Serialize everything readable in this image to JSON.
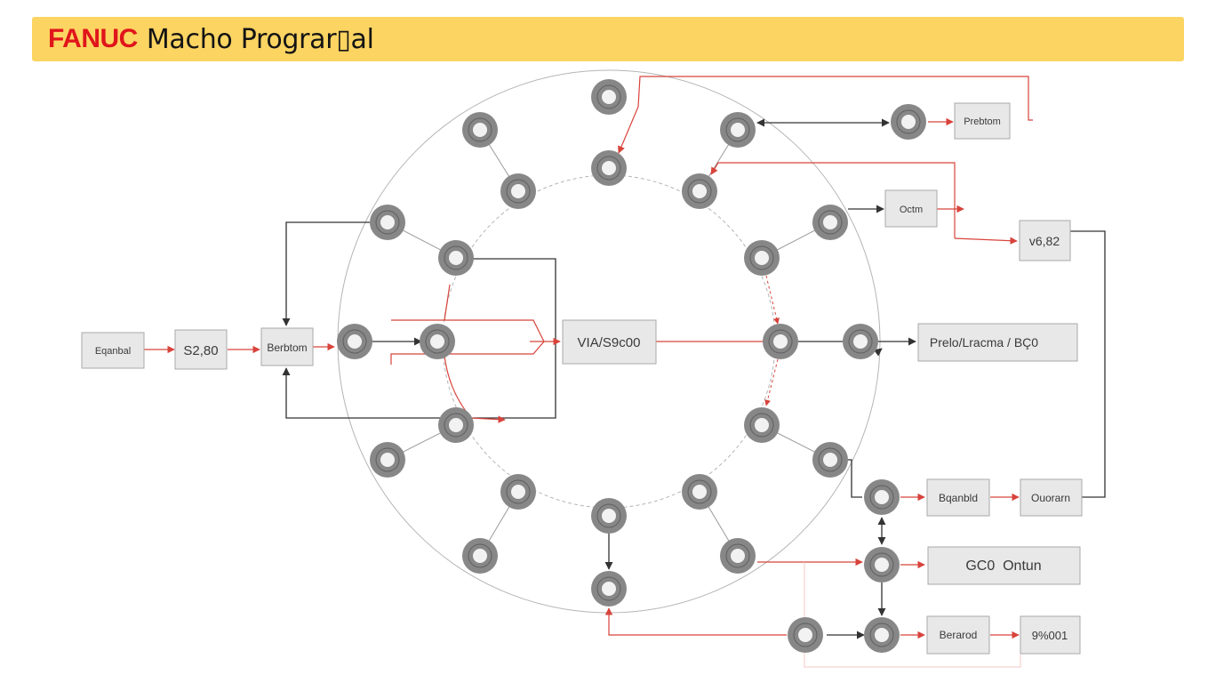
{
  "header": {
    "brand": "FANUC",
    "title": "Macho Prograr▯al",
    "color_brand": "#e0151b",
    "color_bar": "#fcd462"
  },
  "diagram": {
    "colors": {
      "flow_red": "#d8433b",
      "flow_black": "#333333",
      "node": "#878787",
      "ring_guide": "#b0b0b0"
    },
    "boxes": {
      "left_input": "Eqanbal",
      "left_value": "S2,80",
      "left_button": "Berbtom",
      "center_value": "VIA/S9c00",
      "top_right": "Prebtom",
      "mid_right": "Octm",
      "value_right": "v6,82",
      "result_right": "Prelo/Lracma / BÇ0",
      "bottom_label1": "Bqanbld",
      "bottom_label2": "Ouorarn",
      "bottom_output": "GC0  Ontun",
      "bottom_label3": "Berarod",
      "bottom_value": "9%001"
    }
  }
}
